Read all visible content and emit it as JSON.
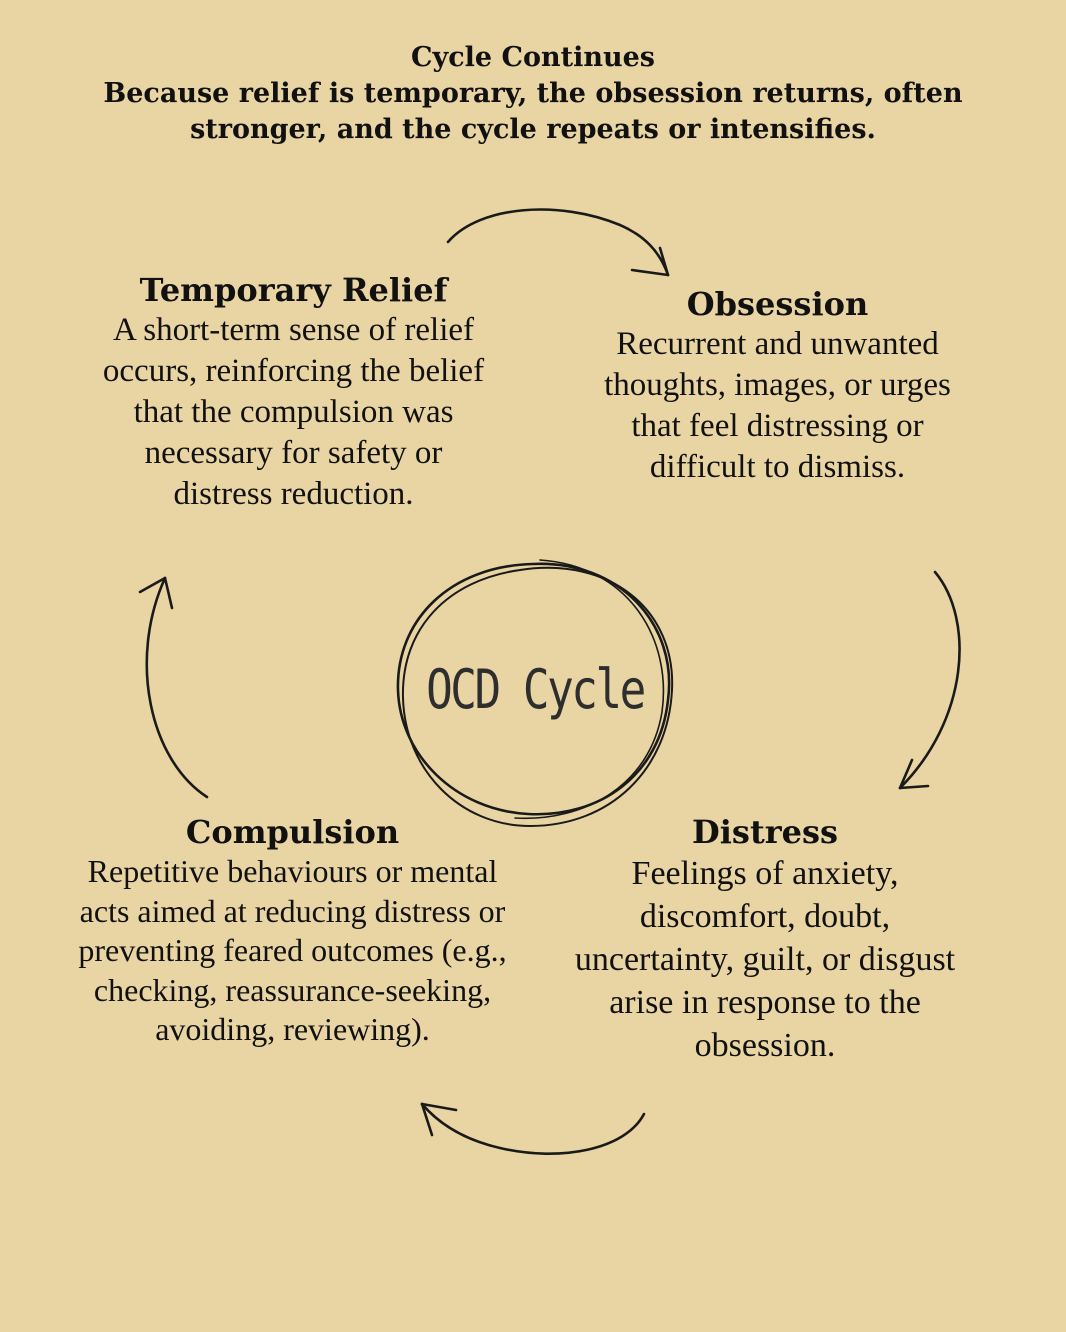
{
  "header": {
    "title": "Cycle Continues",
    "text": "Because relief is temporary, the obsession returns, often stronger, and the cycle repeats or intensifies."
  },
  "center": {
    "label": "OCD Cycle"
  },
  "stages": {
    "temporary_relief": {
      "title": "Temporary Relief",
      "text": "A short-term sense of relief occurs, reinforcing the belief that the compulsion was necessary for safety or distress reduction."
    },
    "obsession": {
      "title": "Obsession",
      "text": "Recurrent and unwanted thoughts, images, or urges that feel distressing or difficult to dismiss."
    },
    "distress": {
      "title": "Distress",
      "text": "Feelings of anxiety, discomfort, doubt, uncertainty, guilt, or disgust arise in response to the obsession."
    },
    "compulsion": {
      "title": "Compulsion",
      "text": "Repetitive behaviours or mental acts aimed at reducing distress or preventing feared outcomes (e.g., checking, reassurance-seeking, avoiding, reviewing)."
    }
  },
  "colors": {
    "background": "#e8d5a3",
    "ink": "#111111",
    "center_text": "#2e2e2e"
  }
}
